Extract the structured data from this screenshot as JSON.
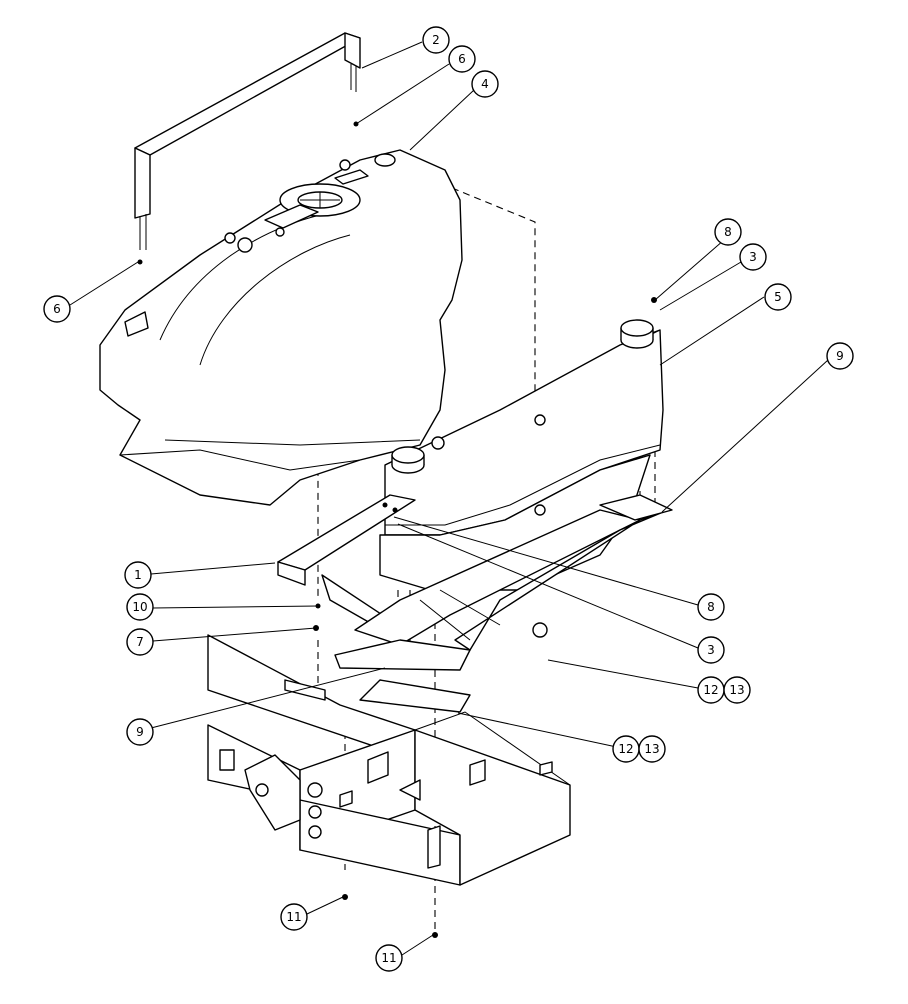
{
  "diagram": {
    "callouts": [
      {
        "id": "c-2",
        "label": "2"
      },
      {
        "id": "c-6a",
        "label": "6"
      },
      {
        "id": "c-4",
        "label": "4"
      },
      {
        "id": "c-6b",
        "label": "6"
      },
      {
        "id": "c-8a",
        "label": "8"
      },
      {
        "id": "c-3a",
        "label": "3"
      },
      {
        "id": "c-5",
        "label": "5"
      },
      {
        "id": "c-9a",
        "label": "9"
      },
      {
        "id": "c-1",
        "label": "1"
      },
      {
        "id": "c-10",
        "label": "10"
      },
      {
        "id": "c-7",
        "label": "7"
      },
      {
        "id": "c-8b",
        "label": "8"
      },
      {
        "id": "c-3b",
        "label": "3"
      },
      {
        "id": "c-12a",
        "label": "12"
      },
      {
        "id": "c-13a",
        "label": "13"
      },
      {
        "id": "c-9b",
        "label": "9"
      },
      {
        "id": "c-12b",
        "label": "12"
      },
      {
        "id": "c-13b",
        "label": "13"
      },
      {
        "id": "c-11a",
        "label": "11"
      },
      {
        "id": "c-11b",
        "label": "11"
      }
    ]
  }
}
